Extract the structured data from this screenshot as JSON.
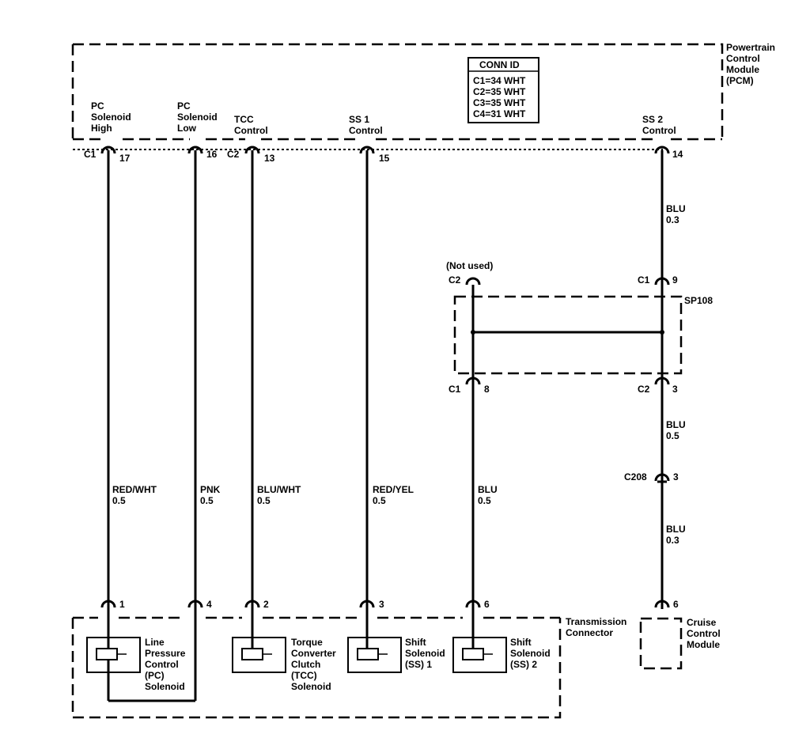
{
  "pcm": {
    "label": [
      "Powertrain",
      "Control",
      "Module",
      "(PCM)"
    ],
    "conn_id": {
      "title": "CONN ID",
      "rows": [
        "C1=34 WHT",
        "C2=35 WHT",
        "C3=35 WHT",
        "C4=31 WHT"
      ]
    },
    "pins": {
      "pc_high": {
        "name": [
          "PC",
          "Solenoid",
          "High"
        ],
        "conn": "C1",
        "pin": "17"
      },
      "pc_low": {
        "name": [
          "PC",
          "Solenoid",
          "Low"
        ],
        "conn": "",
        "pin": "16"
      },
      "tcc": {
        "name": [
          "TCC",
          "Control"
        ],
        "conn": "C2",
        "pin": "13"
      },
      "ss1": {
        "name": [
          "SS 1",
          "Control"
        ],
        "conn": "",
        "pin": "15"
      },
      "ss2": {
        "name": [
          "SS 2",
          "Control"
        ],
        "conn": "",
        "pin": "14"
      }
    }
  },
  "wires": {
    "pc_high": {
      "color": "RED/WHT",
      "gauge": "0.5"
    },
    "pc_low": {
      "color": "PNK",
      "gauge": "0.5"
    },
    "tcc": {
      "color": "BLU/WHT",
      "gauge": "0.5"
    },
    "ss1": {
      "color": "RED/YEL",
      "gauge": "0.5"
    },
    "ss2_dn": {
      "color": "BLU",
      "gauge": "0.5"
    },
    "pcm_sp": {
      "color": "BLU",
      "gauge": "0.3"
    },
    "sp_c208": {
      "color": "BLU",
      "gauge": "0.5"
    },
    "c208_cruise": {
      "color": "BLU",
      "gauge": "0.3"
    }
  },
  "splice": {
    "name": "SP108",
    "not_used": "(Not used)",
    "top_left": {
      "conn": "C2",
      "pin": ""
    },
    "top_right": {
      "conn": "C1",
      "pin": "9"
    },
    "bot_left": {
      "conn": "C1",
      "pin": "8"
    },
    "bot_right": {
      "conn": "C2",
      "pin": "3"
    }
  },
  "inline": {
    "conn": "C208",
    "pin": "3"
  },
  "transmission": {
    "label": [
      "Transmission",
      "Connector"
    ],
    "pins": [
      "1",
      "4",
      "2",
      "3",
      "6"
    ],
    "solenoids": {
      "pc": [
        "Line",
        "Pressure",
        "Control",
        "(PC)",
        "Solenoid"
      ],
      "tcc": [
        "Torque",
        "Converter",
        "Clutch",
        "(TCC)",
        "Solenoid"
      ],
      "ss1": [
        "Shift",
        "Solenoid",
        "(SS) 1"
      ],
      "ss2": [
        "Shift",
        "Solenoid",
        "(SS) 2"
      ]
    }
  },
  "cruise": {
    "pin": "6",
    "label": [
      "Cruise",
      "Control",
      "Module"
    ]
  }
}
